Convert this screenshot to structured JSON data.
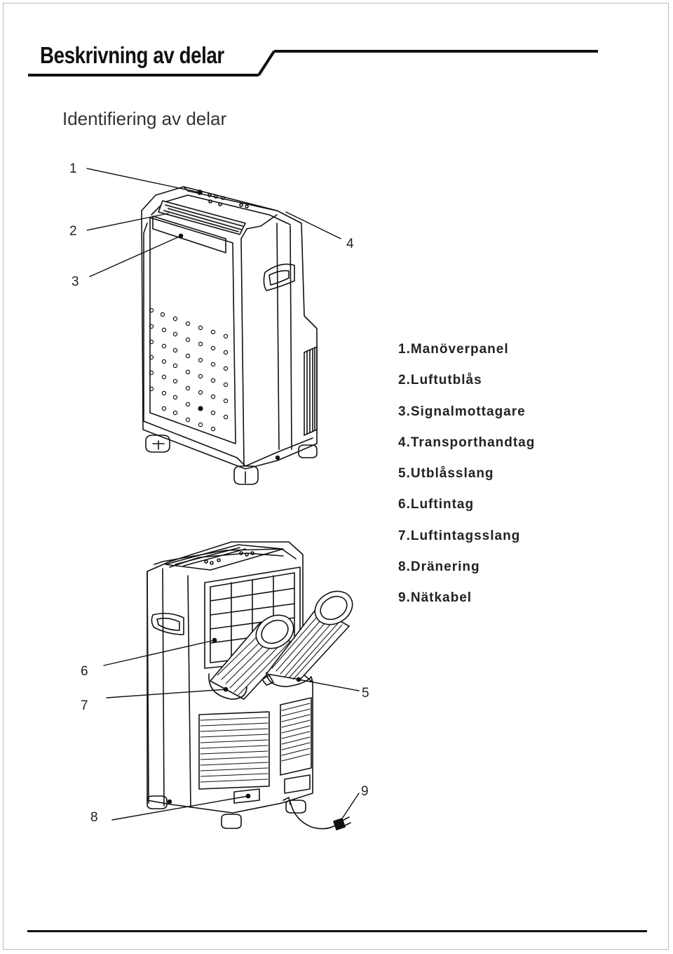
{
  "section": {
    "title": "Beskrivning av delar",
    "subtitle": "Identifiering av delar"
  },
  "callouts": [
    "1",
    "2",
    "3",
    "4",
    "5",
    "6",
    "7",
    "8",
    "9"
  ],
  "parts": [
    "1.Manöverpanel",
    "2.Luftutblås",
    "3.Signalmottagare",
    "4.Transporthandtag",
    "5.Utblåsslang",
    "6.Luftintag",
    "7.Luftintagsslang",
    "8.Dränering",
    "9.Nätkabel"
  ]
}
